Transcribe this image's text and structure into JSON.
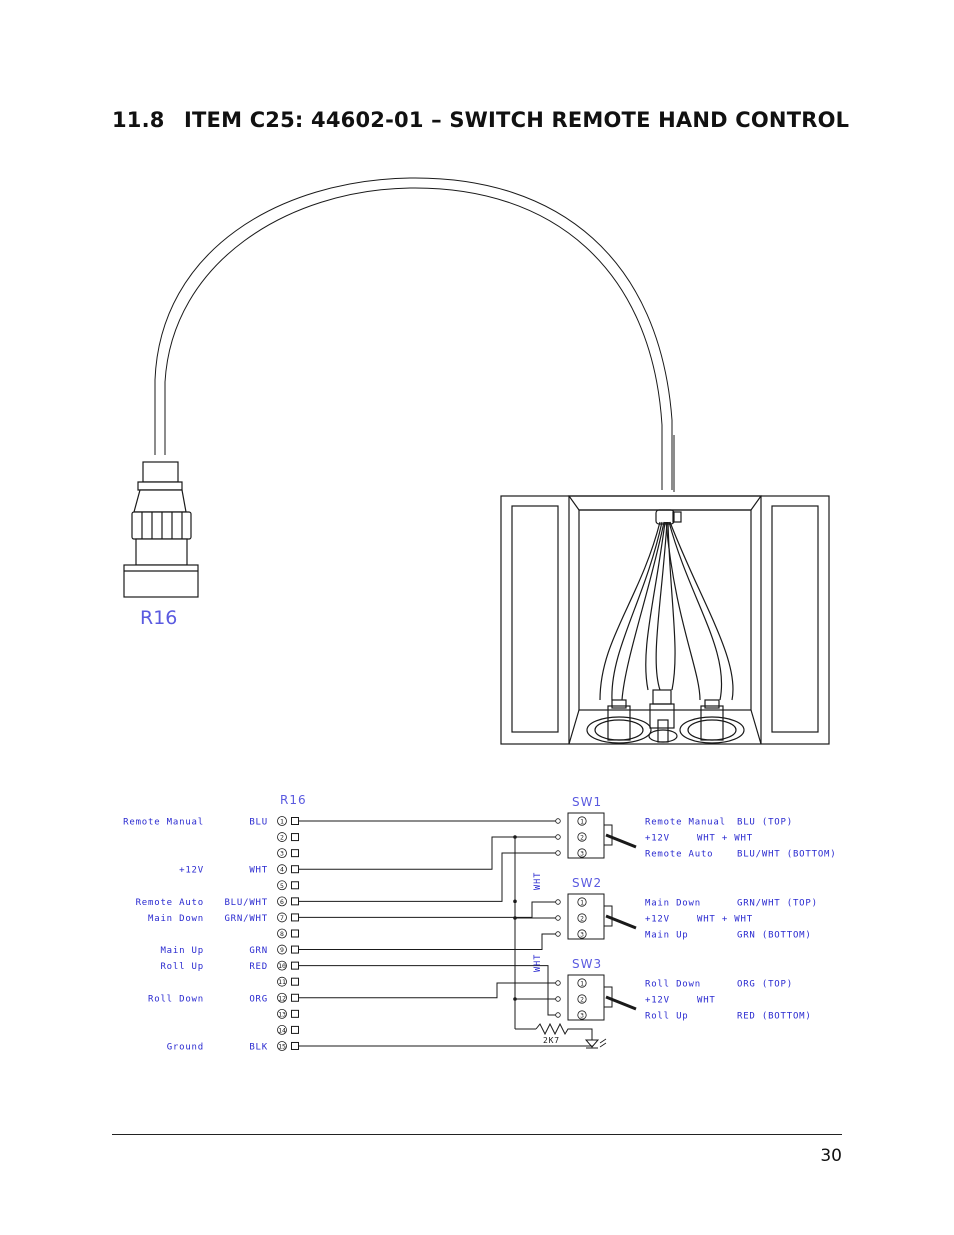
{
  "heading": {
    "number": "11.8",
    "title": "ITEM C25:  44602-01 – SWITCH REMOTE HAND CONTROL"
  },
  "drawing": {
    "connector_label": "R16"
  },
  "schematic": {
    "connector_title": "R16",
    "pins": [
      {
        "num": "1",
        "label": "Remote Manual",
        "wire": "BLU"
      },
      {
        "num": "2",
        "label": "",
        "wire": ""
      },
      {
        "num": "3",
        "label": "",
        "wire": ""
      },
      {
        "num": "4",
        "label": "+12V",
        "wire": "WHT"
      },
      {
        "num": "5",
        "label": "",
        "wire": ""
      },
      {
        "num": "6",
        "label": "Remote Auto",
        "wire": "BLU/WHT"
      },
      {
        "num": "7",
        "label": "Main Down",
        "wire": "GRN/WHT"
      },
      {
        "num": "8",
        "label": "",
        "wire": ""
      },
      {
        "num": "9",
        "label": "Main Up",
        "wire": "GRN"
      },
      {
        "num": "10",
        "label": "Roll Up",
        "wire": "RED"
      },
      {
        "num": "11",
        "label": "",
        "wire": ""
      },
      {
        "num": "12",
        "label": "Roll Down",
        "wire": "ORG"
      },
      {
        "num": "13",
        "label": "",
        "wire": ""
      },
      {
        "num": "14",
        "label": "",
        "wire": ""
      },
      {
        "num": "15",
        "label": "Ground",
        "wire": "BLK"
      }
    ],
    "switches": [
      {
        "name": "SW1",
        "rows": [
          {
            "num": "1",
            "func": "Remote Manual",
            "wire": "BLU (TOP)"
          },
          {
            "num": "2",
            "func": "+12V",
            "wire": "WHT + WHT"
          },
          {
            "num": "3",
            "func": "Remote Auto",
            "wire": "BLU/WHT (BOTTOM)"
          }
        ]
      },
      {
        "name": "SW2",
        "rows": [
          {
            "num": "1",
            "func": "Main Down",
            "wire": "GRN/WHT (TOP)"
          },
          {
            "num": "2",
            "func": "+12V",
            "wire": "WHT + WHT"
          },
          {
            "num": "3",
            "func": "Main Up",
            "wire": "GRN (BOTTOM)"
          }
        ]
      },
      {
        "name": "SW3",
        "rows": [
          {
            "num": "1",
            "func": "Roll Down",
            "wire": "ORG (TOP)"
          },
          {
            "num": "2",
            "func": "+12V",
            "wire": "WHT"
          },
          {
            "num": "3",
            "func": "Roll Up",
            "wire": "RED (BOTTOM)"
          }
        ]
      }
    ],
    "bus_label_1": "WHT",
    "bus_label_2": "WHT",
    "resistor_label": "2K7"
  },
  "footer": {
    "page_number": "30"
  },
  "colors": {
    "ink": "#1a1a1a",
    "label_blue": "#2a2ad0",
    "title_blue": "#5a5ae0"
  }
}
